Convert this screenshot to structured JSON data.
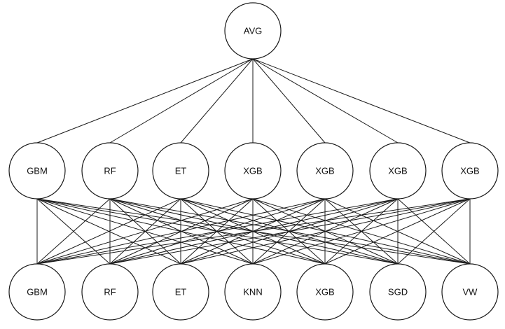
{
  "diagram": {
    "top": {
      "label": "AVG"
    },
    "middle": [
      {
        "label": "GBM"
      },
      {
        "label": "RF"
      },
      {
        "label": "ET"
      },
      {
        "label": "XGB"
      },
      {
        "label": "XGB"
      },
      {
        "label": "XGB"
      },
      {
        "label": "XGB"
      }
    ],
    "bottom": [
      {
        "label": "GBM"
      },
      {
        "label": "RF"
      },
      {
        "label": "ET"
      },
      {
        "label": "KNN"
      },
      {
        "label": "XGB"
      },
      {
        "label": "SGD"
      },
      {
        "label": "VW"
      }
    ],
    "colors": {
      "line": "#1a1a1a",
      "node_fill": "#ffffff",
      "text": "#111111"
    }
  }
}
